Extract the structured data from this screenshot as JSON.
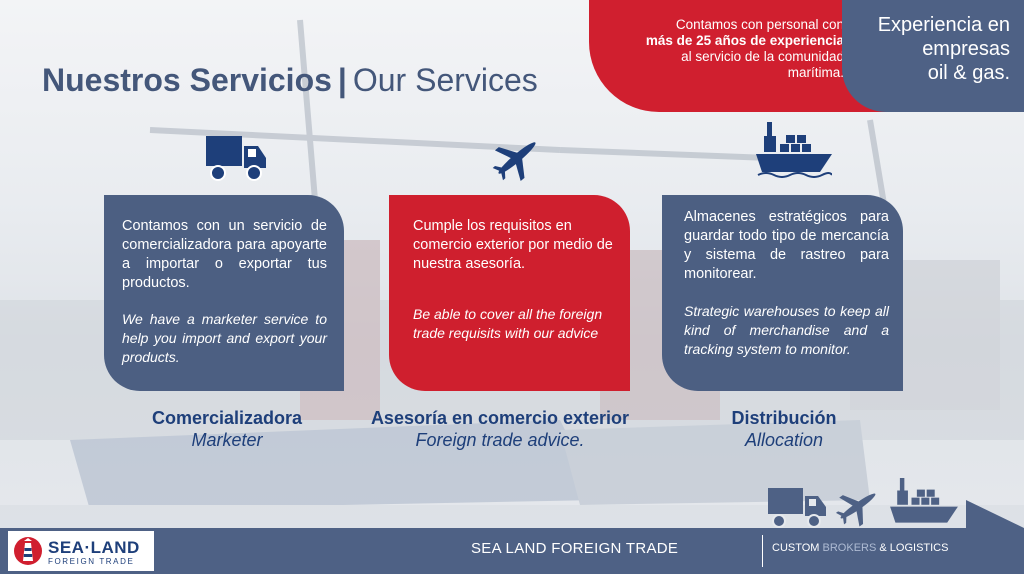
{
  "title": {
    "bold": "Nuestros Servicios",
    "separator": "|",
    "light": "Our Services"
  },
  "banner_red": {
    "line1": "Contamos con personal con",
    "line2": "más de 25 años de experiencia",
    "line3": "al servicio de la comunidad",
    "line4": "marítima."
  },
  "banner_blue": {
    "line1": "Experiencia en",
    "line2": "empresas",
    "line3": "oil & gas."
  },
  "services": [
    {
      "description_es": "Contamos con un servicio de comercializadora para apoyarte a importar o exportar tus productos.",
      "description_en": "We have a marketer service to help you import and export your products.",
      "label": "Comercializadora",
      "label_en": "Marketer",
      "icon": "truck-icon"
    },
    {
      "description_es": "Cumple los requisitos en comercio exterior por medio de nuestra asesoría.",
      "description_en": "Be able to cover all the foreign trade requisits with our advice",
      "label": "Asesoría en comercio exterior",
      "label_en": "Foreign trade advice.",
      "icon": "airplane-icon"
    },
    {
      "description_es": "Almacenes estratégicos para guardar todo tipo de mercancía y sistema de rastreo para monitorear.",
      "description_en": "Strategic warehouses to keep all kind of merchandise and a tracking system to monitor.",
      "label": "Distribución",
      "label_en": "Allocation",
      "icon": "cargo-ship-icon"
    }
  ],
  "footer": {
    "logo_name": "SEA·LAND",
    "logo_sub": "FOREIGN TRADE",
    "center": "SEA LAND FOREIGN TRADE",
    "right_part1": "CUSTOM ",
    "right_part2": "BROKERS",
    "right_part3": " & LOGISTICS"
  },
  "colors": {
    "navy": "#4e6185",
    "red": "#d01f2f",
    "heading_blue": "#1e3f7a"
  }
}
